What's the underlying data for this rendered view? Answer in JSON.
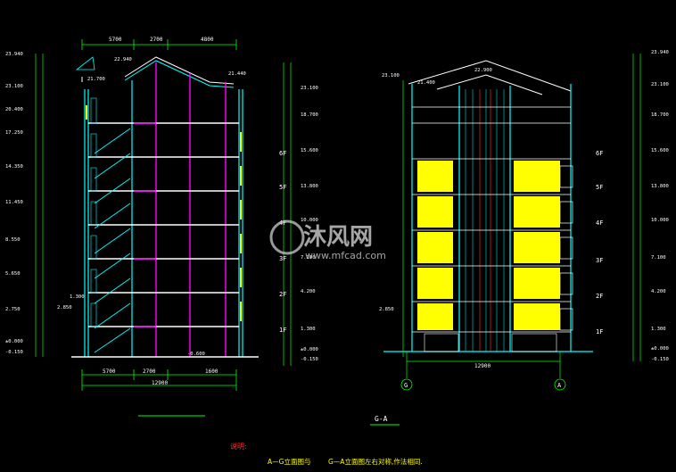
{
  "watermark": {
    "brand_cn": "沐风网",
    "url": "www.mfcad.com"
  },
  "left_section": {
    "top_dims": [
      "5700",
      "2700",
      "4800"
    ],
    "bottom_dims": [
      "5700",
      "2700",
      "1600"
    ],
    "total_width": "12900",
    "level_marks_left": [
      "23.940",
      "23.100",
      "20.400",
      "17.250",
      "14.350",
      "11.450",
      "8.550",
      "5.650",
      "2.750",
      "±0.000",
      "-0.150"
    ],
    "level_marks_right": [
      "23.100",
      "18.700",
      "15.600",
      "13.800",
      "10.000",
      "7.100",
      "4.200",
      "1.300",
      "±0.000",
      "-0.150"
    ],
    "floor_labels": [
      "6F",
      "5F",
      "4F",
      "3F",
      "2F",
      "1F"
    ],
    "misc_levels": [
      "21.700",
      "21.440",
      "2.850",
      "1.300",
      "-0.600"
    ],
    "roof_level": "22.940"
  },
  "right_elevation": {
    "level_marks_left": [
      "23.100",
      "21.400",
      "2.850"
    ],
    "level_marks_right": [
      "23.940",
      "23.100",
      "18.700",
      "15.600",
      "13.800",
      "10.000",
      "7.100",
      "4.200",
      "1.300",
      "±0.000",
      "-0.150"
    ],
    "floor_labels": [
      "6F",
      "5F",
      "4F",
      "3F",
      "2F",
      "1F"
    ],
    "total_width": "12900",
    "axis_left": "G",
    "axis_right": "A",
    "roof_level": "22.900"
  },
  "drawing_titles": {
    "right_title": "G-A"
  },
  "notes": {
    "label": "说明:",
    "text1": "A—G立面图与",
    "text2": "G—A立面图左右对称,作法相同."
  },
  "colors": {
    "background": "#000000",
    "wall": "#00ffff",
    "dimension": "#00ff00",
    "section": "#ff00ff",
    "highlight": "#ffff00",
    "text": "#ffffff",
    "leader": "#ff3030"
  }
}
